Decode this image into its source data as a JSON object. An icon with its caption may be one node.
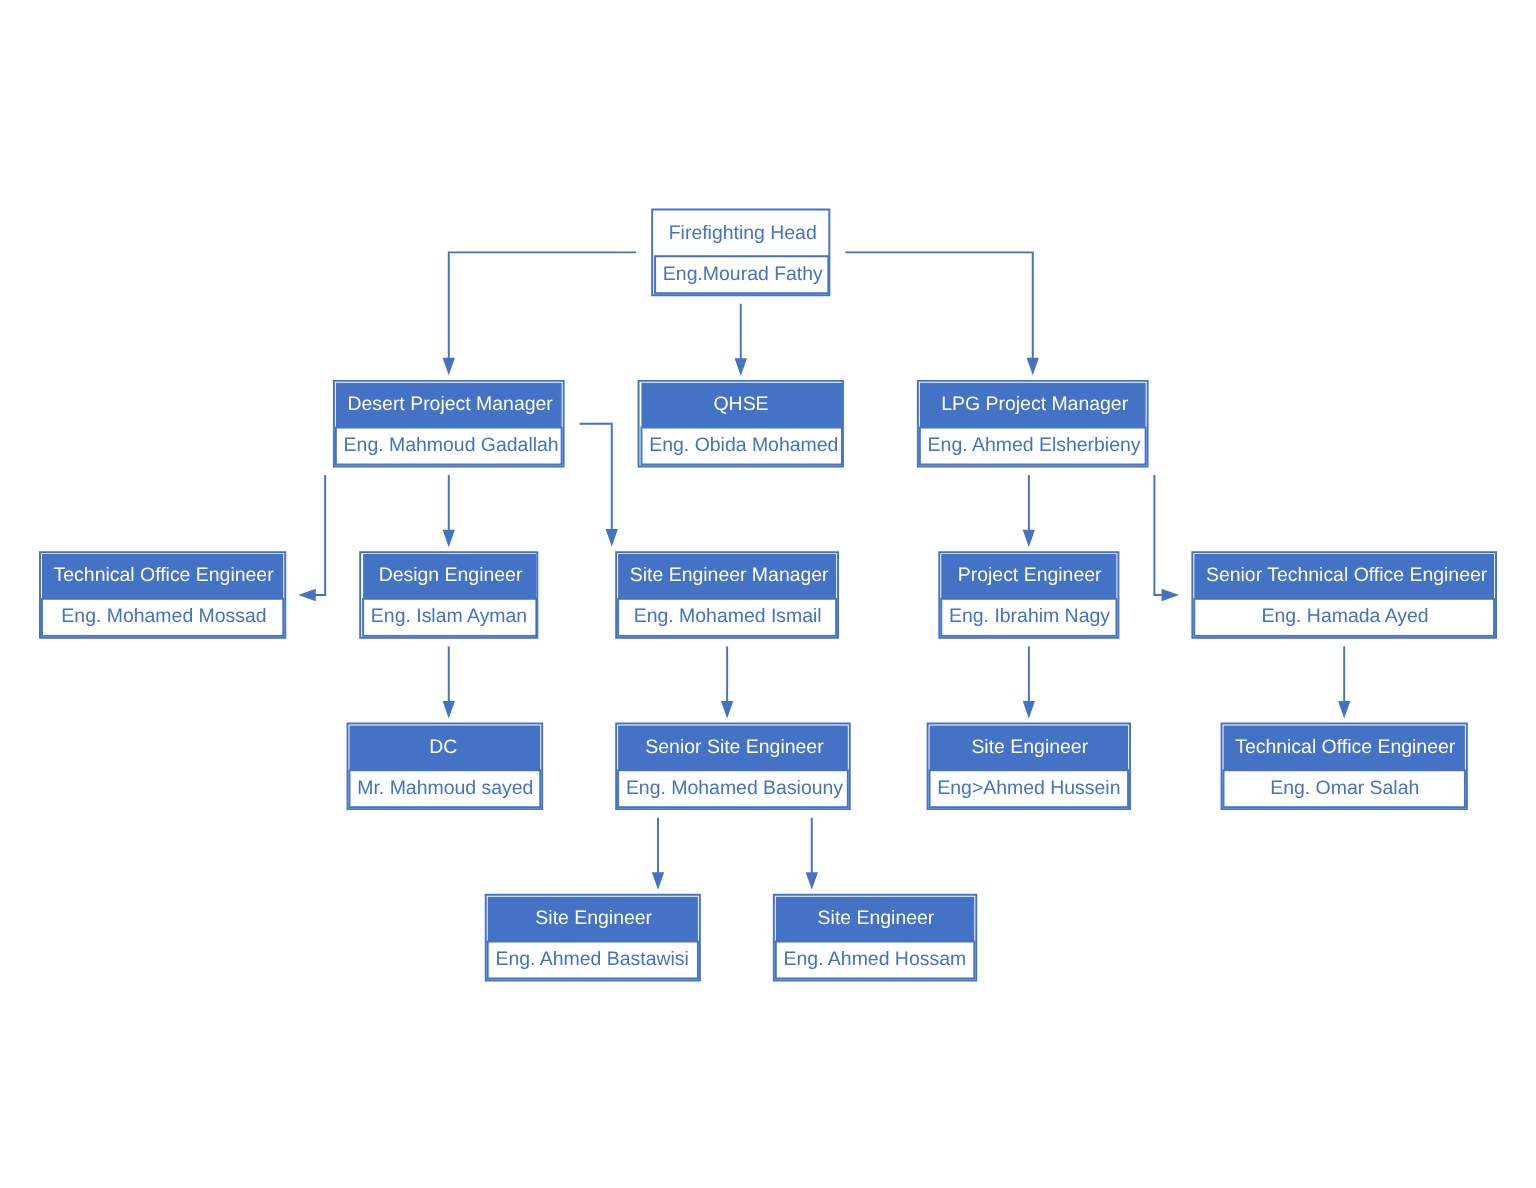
{
  "diagram": {
    "nodes": [
      {
        "text": [
          "Firefighting Head",
          "Eng.Mourad Fathy"
        ]
      },
      {
        "text": [
          "Desert Project Manager",
          "Eng. Mahmoud Gadallah"
        ]
      },
      {
        "text": [
          "QHSE",
          "Eng. Obida Mohamed"
        ]
      },
      {
        "text": [
          "LPG Project Manager",
          "Eng. Ahmed Elsherbieny"
        ]
      },
      {
        "text": [
          "Technical Office Engineer",
          "Eng. Mohamed Mossad"
        ]
      },
      {
        "text": [
          "Design Engineer",
          "Eng. Islam Ayman"
        ]
      },
      {
        "text": [
          "Site Engineer Manager",
          "Eng. Mohamed Ismail"
        ]
      },
      {
        "text": [
          "Project Engineer",
          "Eng. Ibrahim Nagy"
        ]
      },
      {
        "text": [
          "Senior Technical Office Engineer",
          "Eng. Hamada Ayed"
        ]
      },
      {
        "text": [
          "DC",
          "Mr. Mahmoud sayed"
        ]
      },
      {
        "text": [
          "Senior Site Engineer",
          "Eng. Mohamed Basiouny"
        ]
      },
      {
        "text": [
          "Site Engineer",
          "Eng>Ahmed Hussein"
        ]
      },
      {
        "text": [
          "Technical Office Engineer",
          "Eng. Omar Salah"
        ]
      },
      {
        "text": [
          "Site Engineer",
          "Eng. Ahmed Bastawisi"
        ]
      },
      {
        "text": [
          "Site Engineer",
          "Eng. Ahmed Hossam"
        ]
      }
    ],
    "edges": [
      {
        "from": 0,
        "to": 1,
        "arrow": "to"
      },
      {
        "from": 0,
        "to": 2,
        "arrow": "to"
      },
      {
        "from": 0,
        "to": 3,
        "arrow": "to"
      },
      {
        "from": 1,
        "to": 4,
        "arrow": "to"
      },
      {
        "from": 1,
        "to": 5,
        "arrow": "to"
      },
      {
        "from": 1,
        "to": 6,
        "arrow": "to"
      },
      {
        "from": 3,
        "to": 7,
        "arrow": "to"
      },
      {
        "from": 3,
        "to": 8,
        "arrow": "to"
      },
      {
        "from": 5,
        "to": 9,
        "arrow": "to"
      },
      {
        "from": 6,
        "to": 10,
        "arrow": "to"
      },
      {
        "from": 7,
        "to": 11,
        "arrow": "to"
      },
      {
        "from": 8,
        "to": 12,
        "arrow": "to"
      },
      {
        "from": 10,
        "to": 13,
        "arrow": "to"
      },
      {
        "from": 10,
        "to": 14,
        "arrow": "to"
      }
    ]
  }
}
